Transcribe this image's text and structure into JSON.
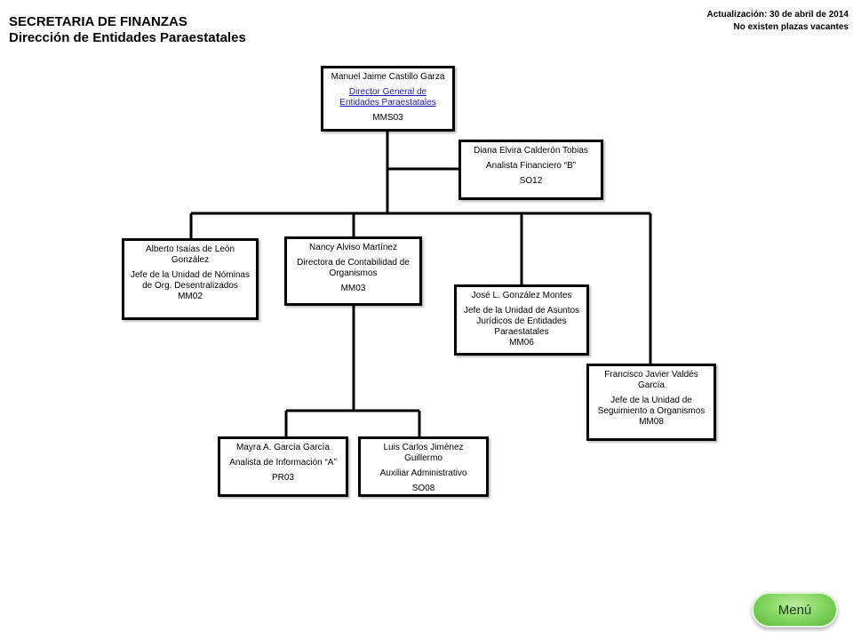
{
  "header": {
    "title": "SECRETARIA DE FINANZAS",
    "subtitle": "Dirección de Entidades Paraestatales",
    "update": "Actualización: 30 de abril de 2014",
    "vacancies": "No existen plazas vacantes"
  },
  "nodes": {
    "director": {
      "name": "Manuel Jaime Castillo Garza",
      "position": "Director General de Entidades Paraestatales",
      "code": "MMS03"
    },
    "analyst_b": {
      "name": "Diana Elvira Calderón Tobias",
      "position": "Analista Financiero “B”",
      "code": "SO12"
    },
    "nominas": {
      "name": "Alberto Isaías de León González",
      "position": "Jefe de la Unidad de Nóminas de Org. Desentralizados",
      "code": "MM02"
    },
    "contabilidad": {
      "name": "Nancy Alviso Martínez",
      "position": "Directora de Contabilidad de Organismos",
      "code": "MM03"
    },
    "juridicos": {
      "name": "José L. González Montes",
      "position": "Jefe de la Unidad de Asuntos Jurídicos de Entidades Paraestatales",
      "code": "MM06"
    },
    "seguimiento": {
      "name": "Francisco Javier Valdés García",
      "position": "Jefe de la Unidad de Seguimiento a Organismos",
      "code": "MM08"
    },
    "analista_a": {
      "name": "Mayra A. García García",
      "position": "Analista de Información “A”",
      "code": "PR03"
    },
    "auxiliar": {
      "name": "Luis Carlos Jiménez Guillermo",
      "position": "Auxiliar Administrativo",
      "code": "SO08"
    }
  },
  "menu": {
    "label": "Menú"
  }
}
